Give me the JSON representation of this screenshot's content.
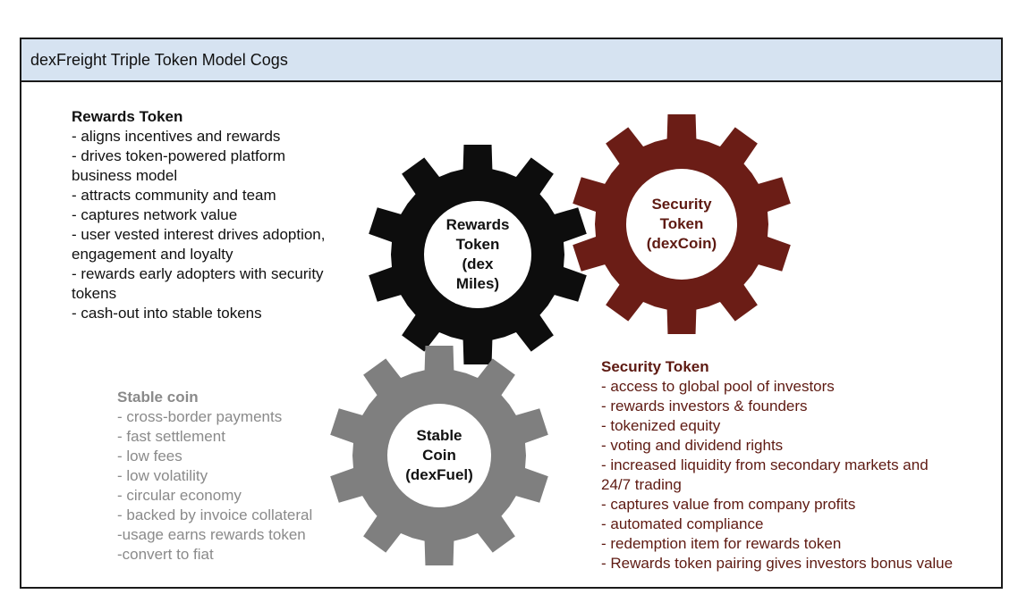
{
  "header": {
    "title": "dexFreight Triple Token Model Cogs"
  },
  "rewards_text": {
    "heading": "Rewards Token",
    "lines": [
      "- aligns incentives and rewards",
      "- drives token-powered platform",
      "business model",
      "- attracts community and team",
      "- captures network value",
      "- user vested interest drives adoption,",
      "engagement and loyalty",
      "- rewards early adopters with security",
      "tokens",
      "- cash-out into stable tokens"
    ]
  },
  "stable_text": {
    "heading": "Stable coin",
    "lines": [
      "- cross-border payments",
      "- fast settlement",
      "- low fees",
      "- low volatility",
      "- circular economy",
      "- backed by invoice collateral",
      "-usage earns rewards token",
      "-convert to fiat"
    ]
  },
  "security_text": {
    "heading": "Security Token",
    "lines": [
      "- access to global pool of investors",
      "- rewards investors & founders",
      "- tokenized equity",
      "- voting and dividend rights",
      "- increased liquidity from secondary markets and",
      "24/7 trading",
      "- captures value from company profits",
      "- automated compliance",
      "- redemption item for rewards token",
      "- Rewards token pairing gives investors bonus value"
    ]
  },
  "cogs": {
    "rewards": {
      "lines": [
        "Rewards",
        "Token",
        "(dex",
        "Miles)"
      ],
      "color": "#0d0d0d"
    },
    "security": {
      "lines": [
        "Security",
        "Token",
        "(dexCoin)"
      ],
      "color": "#6b1d16"
    },
    "stable": {
      "lines": [
        "Stable",
        "Coin",
        "(dexFuel)"
      ],
      "color": "#7f7f7f"
    }
  },
  "colors": {
    "header_bg": "#d6e3f1",
    "rewards_text": "#111111",
    "stable_text": "#8a8a8a",
    "security_text": "#5e1a12"
  }
}
